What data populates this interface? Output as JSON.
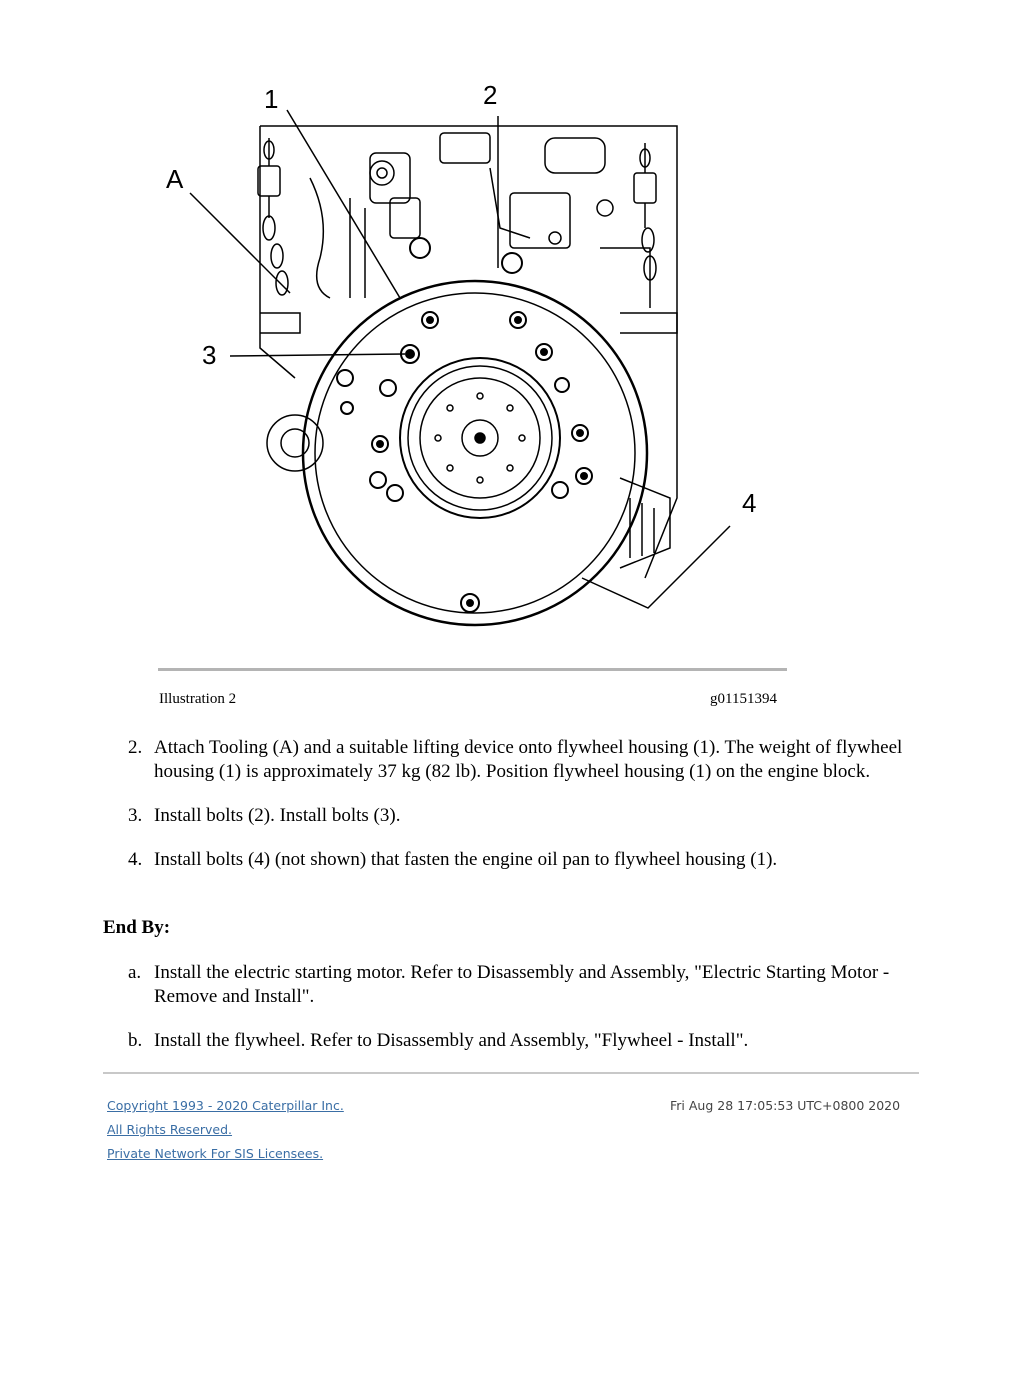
{
  "illustration": {
    "callouts": [
      "1",
      "2",
      "A",
      "3",
      "4"
    ],
    "caption_label": "Illustration 2",
    "caption_id": "g01151394"
  },
  "steps": [
    {
      "num": "2.",
      "text": "Attach Tooling (A) and a suitable lifting device onto flywheel housing (1). The weight of flywheel housing (1) is approximately 37 kg (82 lb). Position flywheel housing (1) on the engine block."
    },
    {
      "num": "3.",
      "text": "Install bolts (2). Install bolts (3)."
    },
    {
      "num": "4.",
      "text": "Install bolts (4) (not shown) that fasten the engine oil pan to flywheel housing (1)."
    }
  ],
  "end_by": {
    "heading": "End By:",
    "items": [
      {
        "num": "a.",
        "text": "Install the electric starting motor. Refer to Disassembly and Assembly, \"Electric Starting Motor - Remove and Install\"."
      },
      {
        "num": "b.",
        "text": "Install the flywheel. Refer to Disassembly and Assembly, \"Flywheel - Install\"."
      }
    ]
  },
  "footer": {
    "copyright": "Copyright 1993 - 2020 Caterpillar Inc.",
    "rights": "All Rights Reserved.",
    "network": "Private Network For SIS Licensees.",
    "timestamp": "Fri Aug 28 17:05:53 UTC+0800 2020"
  }
}
